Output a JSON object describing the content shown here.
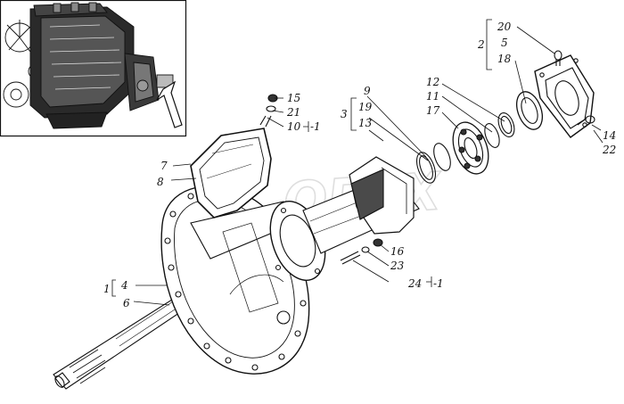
{
  "watermark": "OPEX",
  "callouts": [
    {
      "id": "c20",
      "text": "20"
    },
    {
      "id": "c2",
      "text": "2"
    },
    {
      "id": "c5",
      "text": "5"
    },
    {
      "id": "c18",
      "text": "18"
    },
    {
      "id": "c9",
      "text": "9"
    },
    {
      "id": "c3",
      "text": "3"
    },
    {
      "id": "c19",
      "text": "19"
    },
    {
      "id": "c13",
      "text": "13"
    },
    {
      "id": "c12",
      "text": "12"
    },
    {
      "id": "c11",
      "text": "11"
    },
    {
      "id": "c17",
      "text": "17"
    },
    {
      "id": "c15",
      "text": "15"
    },
    {
      "id": "c21",
      "text": "21"
    },
    {
      "id": "c10",
      "text": "10"
    },
    {
      "id": "c10s",
      "text": "-1"
    },
    {
      "id": "c7",
      "text": "7"
    },
    {
      "id": "c8",
      "text": "8"
    },
    {
      "id": "c14",
      "text": "14"
    },
    {
      "id": "c22",
      "text": "22"
    },
    {
      "id": "c16",
      "text": "16"
    },
    {
      "id": "c23",
      "text": "23"
    },
    {
      "id": "c24",
      "text": "24"
    },
    {
      "id": "c24s",
      "text": "-1"
    },
    {
      "id": "c1",
      "text": "1"
    },
    {
      "id": "c4",
      "text": "4"
    },
    {
      "id": "c6",
      "text": "6"
    }
  ]
}
